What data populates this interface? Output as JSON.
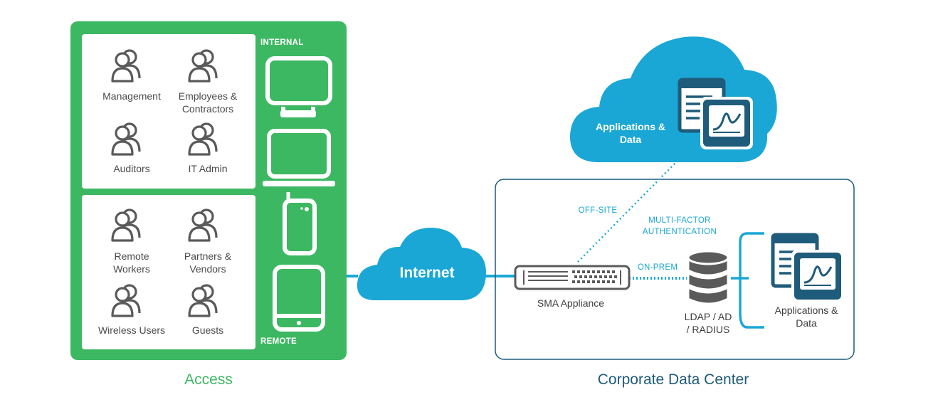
{
  "access": {
    "title": "Access",
    "internal_label": "INTERNAL",
    "remote_label": "REMOTE",
    "internal_users": [
      {
        "label1": "Management",
        "label2": ""
      },
      {
        "label1": "Employees &",
        "label2": "Contractors"
      },
      {
        "label1": "Auditors",
        "label2": ""
      },
      {
        "label1": "IT Admin",
        "label2": ""
      }
    ],
    "remote_users": [
      {
        "label1": "Remote",
        "label2": "Workers"
      },
      {
        "label1": "Partners &",
        "label2": "Vendors"
      },
      {
        "label1": "Wireless Users",
        "label2": ""
      },
      {
        "label1": "Guests",
        "label2": ""
      }
    ]
  },
  "internet": {
    "label": "Internet"
  },
  "cloud_apps": {
    "label1": "Applications &",
    "label2": "Data"
  },
  "datacenter": {
    "title": "Corporate Data Center",
    "off_site": "OFF-SITE",
    "mfa1": "MULTI-FACTOR",
    "mfa2": "AUTHENTICATION",
    "on_prem": "ON-PREM",
    "appliance": "SMA Appliance",
    "ldap1": "LDAP / AD",
    "ldap2": "/ RADIUS",
    "apps1": "Applications &",
    "apps2": "Data"
  },
  "colors": {
    "green": "#3cb862",
    "blue": "#1aa7d6",
    "navy": "#1f5b7a",
    "gray": "#5a5a5a"
  }
}
